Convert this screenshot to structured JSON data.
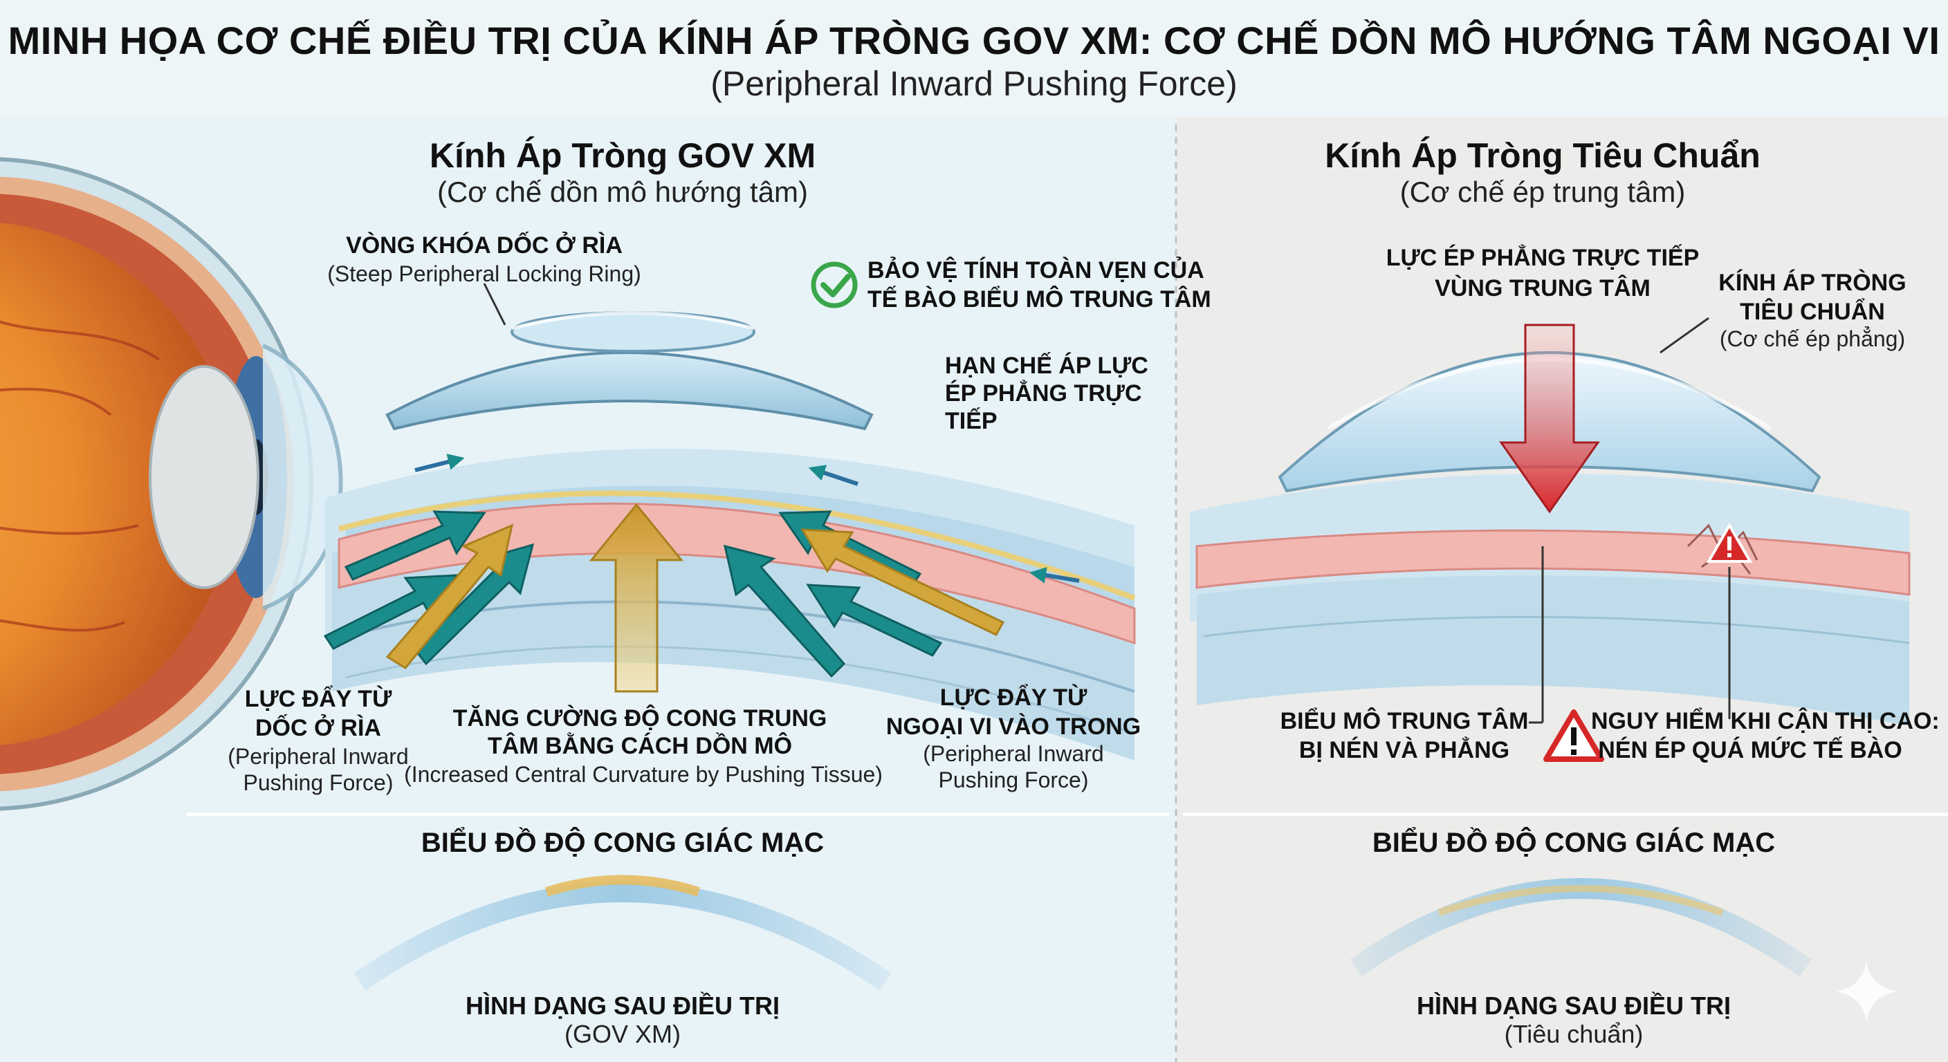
{
  "title": "MINH HỌA CƠ CHẾ ĐIỀU TRỊ CỦA KÍNH ÁP TRÒNG GOV XM: CƠ CHẾ DỒN MÔ HƯỚNG TÂM NGOẠI VI",
  "subtitle": "(Peripheral Inward Pushing Force)",
  "left_panel": {
    "heading": "Kính Áp Tròng GOV XM",
    "subheading": "(Cơ chế dồn mô hướng tâm)",
    "ring_label": "VÒNG KHÓA DỐC Ở RÌA",
    "ring_sub": "(Steep Peripheral Locking Ring)",
    "protect_line1": "BẢO VỆ TÍNH TOÀN VẸN CỦA",
    "protect_line2": "TẾ BÀO BIỂU MÔ TRUNG TÂM",
    "limit_line1": "HẠN CHẾ ÁP LỰC",
    "limit_line2": "ÉP PHẲNG TRỰC",
    "limit_line3": "TIẾP",
    "force_left_line1": "LỰC ĐẨY TỪ",
    "force_left_line2": "DỐC Ở RÌA",
    "force_left_sub1": "(Peripheral Inward",
    "force_left_sub2": "Pushing Force)",
    "curv_line1": "TĂNG CƯỜNG ĐỘ CONG TRUNG",
    "curv_line2": "TÂM BẰNG CÁCH DỒN MÔ",
    "curv_sub": "(Increased Central Curvature by Pushing Tissue)",
    "force_right_line1": "LỰC ĐẨY TỪ",
    "force_right_line2": "NGOẠI VI VÀO TRONG",
    "force_right_sub1": "(Peripheral Inward",
    "force_right_sub2": "Pushing Force)",
    "chart_title": "BIỂU ĐỒ ĐỘ CONG GIÁC MẠC",
    "shape_label": "HÌNH DẠNG SAU ĐIỀU TRỊ",
    "shape_sub": "(GOV XM)"
  },
  "right_panel": {
    "heading": "Kính Áp Tròng Tiêu Chuẩn",
    "subheading": "(Cơ chế ép trung tâm)",
    "press_line1": "LỰC ÉP PHẲNG TRỰC TIẾP",
    "press_line2": "VÙNG TRUNG TÂM",
    "lens_line1": "KÍNH ÁP TRÒNG",
    "lens_line2": "TIÊU CHUẨN",
    "lens_sub": "(Cơ chế ép phẳng)",
    "epi_line1": "BIỂU MÔ TRUNG TÂM",
    "epi_line2": "BỊ NÉN VÀ PHẲNG",
    "danger_line1": "NGUY HIỂM KHI CẬN THỊ CAO:",
    "danger_line2": "NÉN ÉP QUÁ MỨC TẾ BÀO",
    "chart_title": "BIỂU ĐỒ ĐỘ CONG GIÁC MẠC",
    "shape_label": "HÌNH DẠNG SAU ĐIỀU TRỊ",
    "shape_sub": "(Tiêu chuẩn)"
  },
  "colors": {
    "teal_arrow": "#1b8c8c",
    "gold_arrow": "#d2a63a",
    "red_arrow": "#d8272b",
    "check_green": "#3aa64a",
    "warning_red": "#d62828",
    "cornea_blue": "#aed3e6",
    "epithelium_pink": "#f1b7b0"
  },
  "icons": {
    "check": "check-circle-icon",
    "warning": "warning-triangle-icon",
    "sparkle": "sparkle-icon"
  }
}
